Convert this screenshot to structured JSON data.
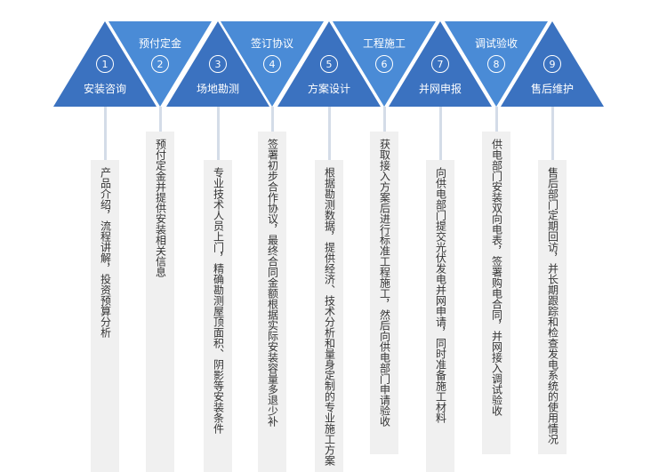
{
  "colors": {
    "down_triangle": "#3b72c0",
    "up_triangle": "#3b72c0",
    "band": "#4a8bd6",
    "card": "#f0f0f0",
    "stem": "#d4dce8"
  },
  "steps": [
    {
      "num": "1",
      "label": "安装咨询",
      "desc": "产品介绍，流程讲解，投资预算分析"
    },
    {
      "num": "2",
      "label": "预付定金",
      "desc": "预付定金并提供安装相关信息"
    },
    {
      "num": "3",
      "label": "场地勘测",
      "desc": "专业技术人员上门，精确勘测屋顶面积、阴影等安装条件"
    },
    {
      "num": "4",
      "label": "签订协议",
      "desc": "签署初步合作协议，最终合同金额根据实际安装容量多退少补"
    },
    {
      "num": "5",
      "label": "方案设计",
      "desc": "根据勘测数据，提供经济、技术分析和量身定制的专业施工方案"
    },
    {
      "num": "6",
      "label": "工程施工",
      "desc": "获取接入方案后进行标准工程施工，然后向供电部门申请验收"
    },
    {
      "num": "7",
      "label": "并网申报",
      "desc": "向供电部门提交光伏发电并网申请，同时准备施工材料"
    },
    {
      "num": "8",
      "label": "调试验收",
      "desc": "供电部门安装双向电表，签署购电合同，并网接入调试验收"
    },
    {
      "num": "9",
      "label": "售后维护",
      "desc": "售后部门定期回访，并长期跟踪和检查发电系统的使用情况"
    }
  ]
}
